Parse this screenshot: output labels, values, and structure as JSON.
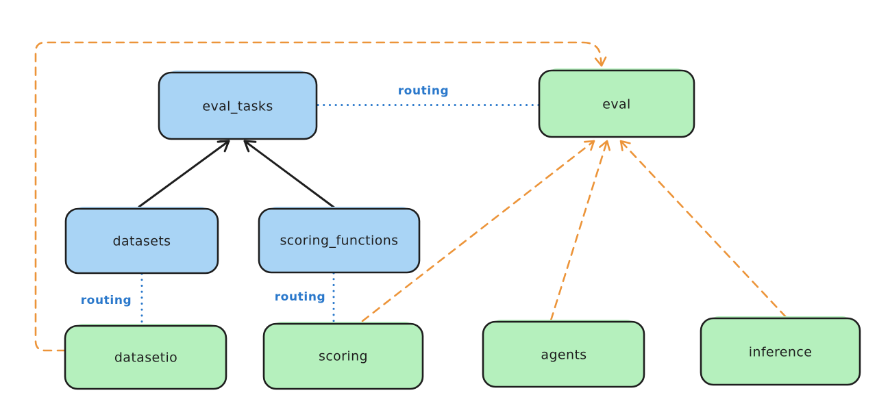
{
  "colors": {
    "canvas_background": "#ffffff",
    "box_border": "#1e1e1e",
    "blue_box_fill": "#a9d4f5",
    "green_box_fill": "#b5f0bd",
    "node_label_text": "#1e1e1e",
    "routing_blue": "#2a78cb",
    "provider_arrow_orange": "#ec9439",
    "solid_arrow_black": "#1e1e1e"
  },
  "nodes": {
    "eval_tasks": {
      "label": "eval_tasks",
      "color_role": "blue"
    },
    "eval": {
      "label": "eval",
      "color_role": "green"
    },
    "datasets": {
      "label": "datasets",
      "color_role": "blue"
    },
    "scoring_functions": {
      "label": "scoring_functions",
      "color_role": "blue"
    },
    "datasetio": {
      "label": "datasetio",
      "color_role": "green"
    },
    "scoring": {
      "label": "scoring",
      "color_role": "green"
    },
    "agents": {
      "label": "agents",
      "color_role": "green"
    },
    "inference": {
      "label": "inference",
      "color_role": "green"
    }
  },
  "edges": [
    {
      "from": "datasets",
      "to": "eval_tasks",
      "style": "solid",
      "arrowhead": "v",
      "color": "#1e1e1e"
    },
    {
      "from": "scoring_functions",
      "to": "eval_tasks",
      "style": "solid",
      "arrowhead": "v",
      "color": "#1e1e1e"
    },
    {
      "from": "eval_tasks",
      "to": "eval",
      "style": "dotted",
      "arrowhead": "none",
      "color": "#2a78cb",
      "label": "routing"
    },
    {
      "from": "datasets",
      "to": "datasetio",
      "style": "dotted",
      "arrowhead": "none",
      "color": "#2a78cb",
      "label": "routing"
    },
    {
      "from": "scoring_functions",
      "to": "scoring",
      "style": "dotted",
      "arrowhead": "none",
      "color": "#2a78cb",
      "label": "routing"
    },
    {
      "from": "datasetio",
      "to": "eval",
      "style": "dashed",
      "arrowhead": "v",
      "color": "#ec9439"
    },
    {
      "from": "scoring",
      "to": "eval",
      "style": "dashed",
      "arrowhead": "v",
      "color": "#ec9439"
    },
    {
      "from": "agents",
      "to": "eval",
      "style": "dashed",
      "arrowhead": "v",
      "color": "#ec9439"
    },
    {
      "from": "inference",
      "to": "eval",
      "style": "dashed",
      "arrowhead": "v",
      "color": "#ec9439"
    }
  ]
}
